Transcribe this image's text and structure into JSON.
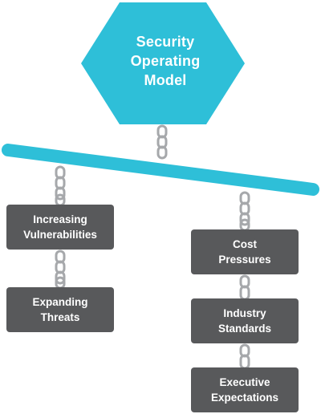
{
  "colors": {
    "accent": "#2ebfd8",
    "box": "#58595b",
    "chain": "#a6a8ab",
    "text_light": "#ffffff"
  },
  "hub": {
    "title_lines": [
      "Security",
      "Operating",
      "Model"
    ]
  },
  "left_branch": {
    "items": [
      {
        "lines": [
          "Increasing",
          "Vulnerabilities"
        ]
      },
      {
        "lines": [
          "Expanding",
          "Threats"
        ]
      }
    ]
  },
  "right_branch": {
    "items": [
      {
        "lines": [
          "Cost",
          "Pressures"
        ]
      },
      {
        "lines": [
          "Industry",
          "Standards"
        ]
      },
      {
        "lines": [
          "Executive",
          "Expectations"
        ]
      }
    ]
  }
}
